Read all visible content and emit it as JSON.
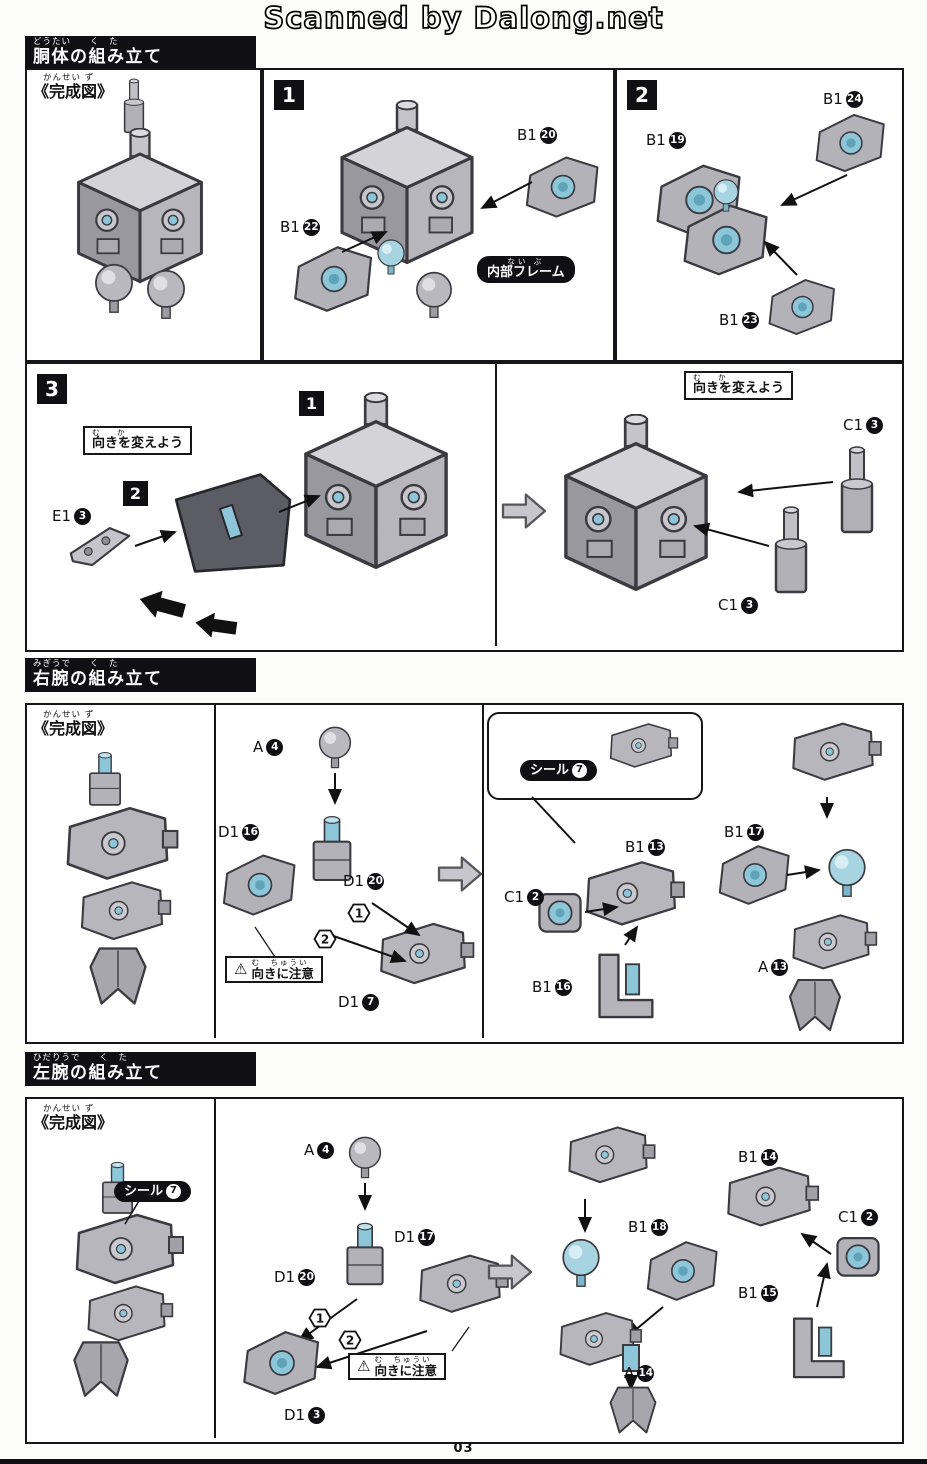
{
  "watermark": "Scanned by Dalong.net",
  "page_number": "03",
  "colors": {
    "polycap_blue": "#8cc6d8",
    "part_gray": "#b6b6bc",
    "ink": "#101014"
  },
  "common": {
    "kansei_furigana": "かんせい ず",
    "kansei_label": "《完成図》",
    "seal": {
      "text": "シール",
      "num": "7"
    },
    "caution": {
      "icon_glyph": "⚠",
      "furigana": "む　ちゅうい",
      "text": "向きに注意"
    },
    "muki_kaeyou": {
      "furigana": "む　か",
      "text": "向きを変えよう"
    },
    "naibu_frame": {
      "furigana": "ない ぶ",
      "text": "内部フレーム"
    },
    "hex": {
      "one": "1",
      "two": "2"
    }
  },
  "sections": {
    "body": {
      "header": {
        "furigana": "どうたい　　く　た",
        "title": "胴体の組み立て"
      },
      "steps": {
        "one": "1",
        "two": "2",
        "three": "3"
      },
      "parts": {
        "b1_22": {
          "code": "B1",
          "num": "22"
        },
        "b1_20": {
          "code": "B1",
          "num": "20"
        },
        "b1_19": {
          "code": "B1",
          "num": "19"
        },
        "b1_24": {
          "code": "B1",
          "num": "24"
        },
        "b1_23": {
          "code": "B1",
          "num": "23"
        },
        "e1_3": {
          "code": "E1",
          "num": "3"
        },
        "c1_3a": {
          "code": "C1",
          "num": "3"
        },
        "c1_3b": {
          "code": "C1",
          "num": "3"
        }
      }
    },
    "right_arm": {
      "header": {
        "furigana": "みぎうで　　く　た",
        "title": "右腕の組み立て"
      },
      "parts": {
        "a_4": {
          "code": "A",
          "num": "4"
        },
        "d1_16": {
          "code": "D1",
          "num": "16"
        },
        "d1_20": {
          "code": "D1",
          "num": "20"
        },
        "d1_7": {
          "code": "D1",
          "num": "7"
        },
        "b1_13": {
          "code": "B1",
          "num": "13"
        },
        "c1_2": {
          "code": "C1",
          "num": "2"
        },
        "b1_16": {
          "code": "B1",
          "num": "16"
        },
        "b1_17": {
          "code": "B1",
          "num": "17"
        },
        "a_13": {
          "code": "A",
          "num": "13"
        }
      }
    },
    "left_arm": {
      "header": {
        "furigana": "ひだりうで　　く　た",
        "title": "左腕の組み立て"
      },
      "parts": {
        "a_4": {
          "code": "A",
          "num": "4"
        },
        "d1_17": {
          "code": "D1",
          "num": "17"
        },
        "d1_20": {
          "code": "D1",
          "num": "20"
        },
        "d1_3": {
          "code": "D1",
          "num": "3"
        },
        "b1_14": {
          "code": "B1",
          "num": "14"
        },
        "b1_18": {
          "code": "B1",
          "num": "18"
        },
        "c1_2": {
          "code": "C1",
          "num": "2"
        },
        "b1_15": {
          "code": "B1",
          "num": "15"
        },
        "a_14": {
          "code": "A",
          "num": "14"
        }
      }
    }
  }
}
